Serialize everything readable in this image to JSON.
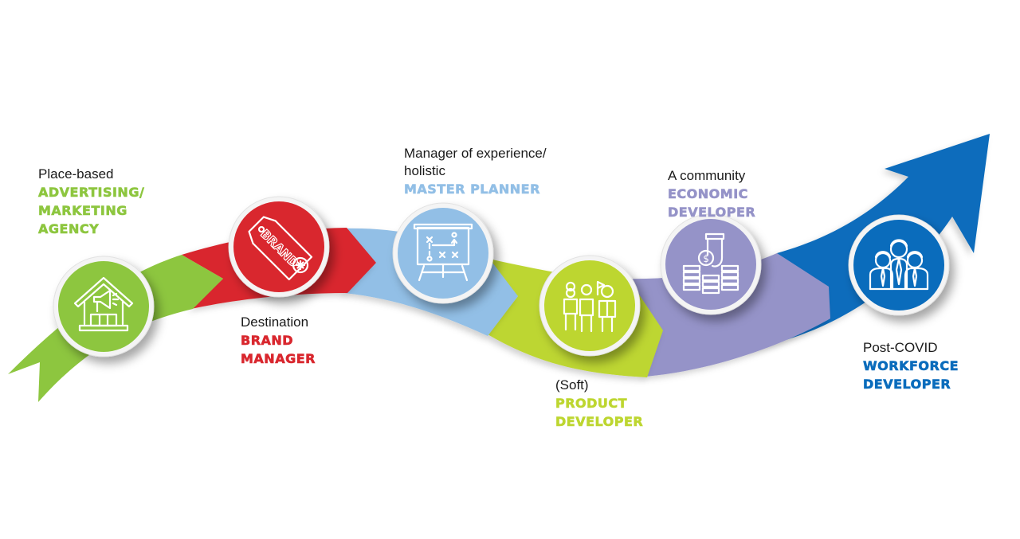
{
  "title": "Evolution of the place-based role",
  "colors": {
    "green": "#8DC63F",
    "red": "#D9272E",
    "light_blue": "#92BFE6",
    "lime": "#BDD630",
    "purple": "#9593C8",
    "dark_blue": "#0A6CBC"
  },
  "stages": [
    {
      "id": "advertising",
      "prefix": "Place-based",
      "title_lines": [
        "ADVERTISING/",
        "MARKETING",
        "AGENCY"
      ],
      "icon": "house-megaphone-icon",
      "color_key": "green"
    },
    {
      "id": "brand",
      "prefix": "Destination",
      "title_lines": [
        "BRAND",
        "MANAGER"
      ],
      "icon": "brand-tag-icon",
      "icon_text": "BRAND",
      "color_key": "red"
    },
    {
      "id": "planner",
      "prefix_lines": [
        "Manager of experience/",
        "holistic"
      ],
      "title_lines": [
        "MASTER PLANNER"
      ],
      "icon": "strategy-board-icon",
      "color_key": "light_blue"
    },
    {
      "id": "product",
      "prefix": "(Soft)",
      "title_lines": [
        "PRODUCT",
        "DEVELOPER"
      ],
      "icon": "people-tour-guide-icon",
      "color_key": "lime"
    },
    {
      "id": "economic",
      "prefix": "A community",
      "title_lines": [
        "ECONOMIC",
        "DEVELOPER"
      ],
      "icon": "hand-coins-icon",
      "color_key": "purple"
    },
    {
      "id": "workforce",
      "prefix": "Post-COVID",
      "title_lines": [
        "WORKFORCE",
        "DEVELOPER"
      ],
      "icon": "team-workers-icon",
      "color_key": "dark_blue"
    }
  ]
}
